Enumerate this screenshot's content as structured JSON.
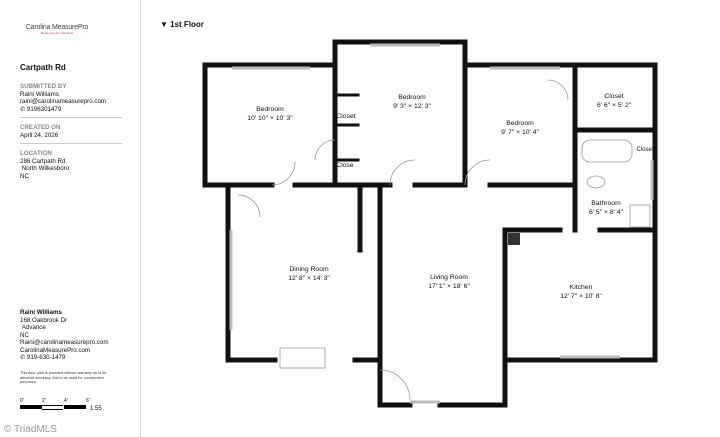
{
  "logo": {
    "name": "Carolina MeasurePro",
    "tagline": "Measuring the Carolinas"
  },
  "property": {
    "title": "Cartpath Rd"
  },
  "submitted": {
    "label": "SUBMITTED BY",
    "name": "Raini Williams",
    "email": "raini@carolinameasurepro.com",
    "phone": "9196301479"
  },
  "created": {
    "label": "CREATED ON",
    "date": "April 24, 2026"
  },
  "location": {
    "label": "LOCATION",
    "street": "286 Cartpath Rd",
    "city": "North Wilkesboro",
    "state": "NC"
  },
  "contact": {
    "name": "Raini Williams",
    "street": "168 Oakbrook Dr",
    "city": "Advance",
    "state": "NC",
    "email": "Raini@carolinameasurepro.com",
    "website": "CarolinaMeasurePro.com",
    "phone": "919-630-1479"
  },
  "disclaimer": "This floor plan is provided without warranty as to its absolute accuracy. Not to be used for construction purposes.",
  "scale": {
    "ticks": [
      "0'",
      "2'",
      "4'",
      "6'"
    ],
    "ratio": "1:55"
  },
  "floor": {
    "label": "1st Floor"
  },
  "rooms": [
    {
      "name": "Bedroom",
      "dims": "10' 10\" × 10' 3\""
    },
    {
      "name": "Closet",
      "dims": ""
    },
    {
      "name": "Bedroom",
      "dims": "9' 3\" × 12' 3\""
    },
    {
      "name": "Close",
      "dims": ""
    },
    {
      "name": "Bedroom",
      "dims": "9' 7\" × 10' 4\""
    },
    {
      "name": "Closet",
      "dims": "6' 6\" × 5' 2\""
    },
    {
      "name": "Closet",
      "dims": ""
    },
    {
      "name": "Bathroom",
      "dims": "6' 5\" × 8' 4\""
    },
    {
      "name": "Dining Room",
      "dims": "12' 8\" × 14' 3\""
    },
    {
      "name": "Living Room",
      "dims": "17' 1\" × 18' 6\""
    },
    {
      "name": "Kitchen",
      "dims": "12' 7\" × 10' 8\""
    }
  ],
  "watermark": "© TriadMLS",
  "colors": {
    "wall": "#111111",
    "label_gray": "#888888",
    "accent": "#b04060"
  }
}
